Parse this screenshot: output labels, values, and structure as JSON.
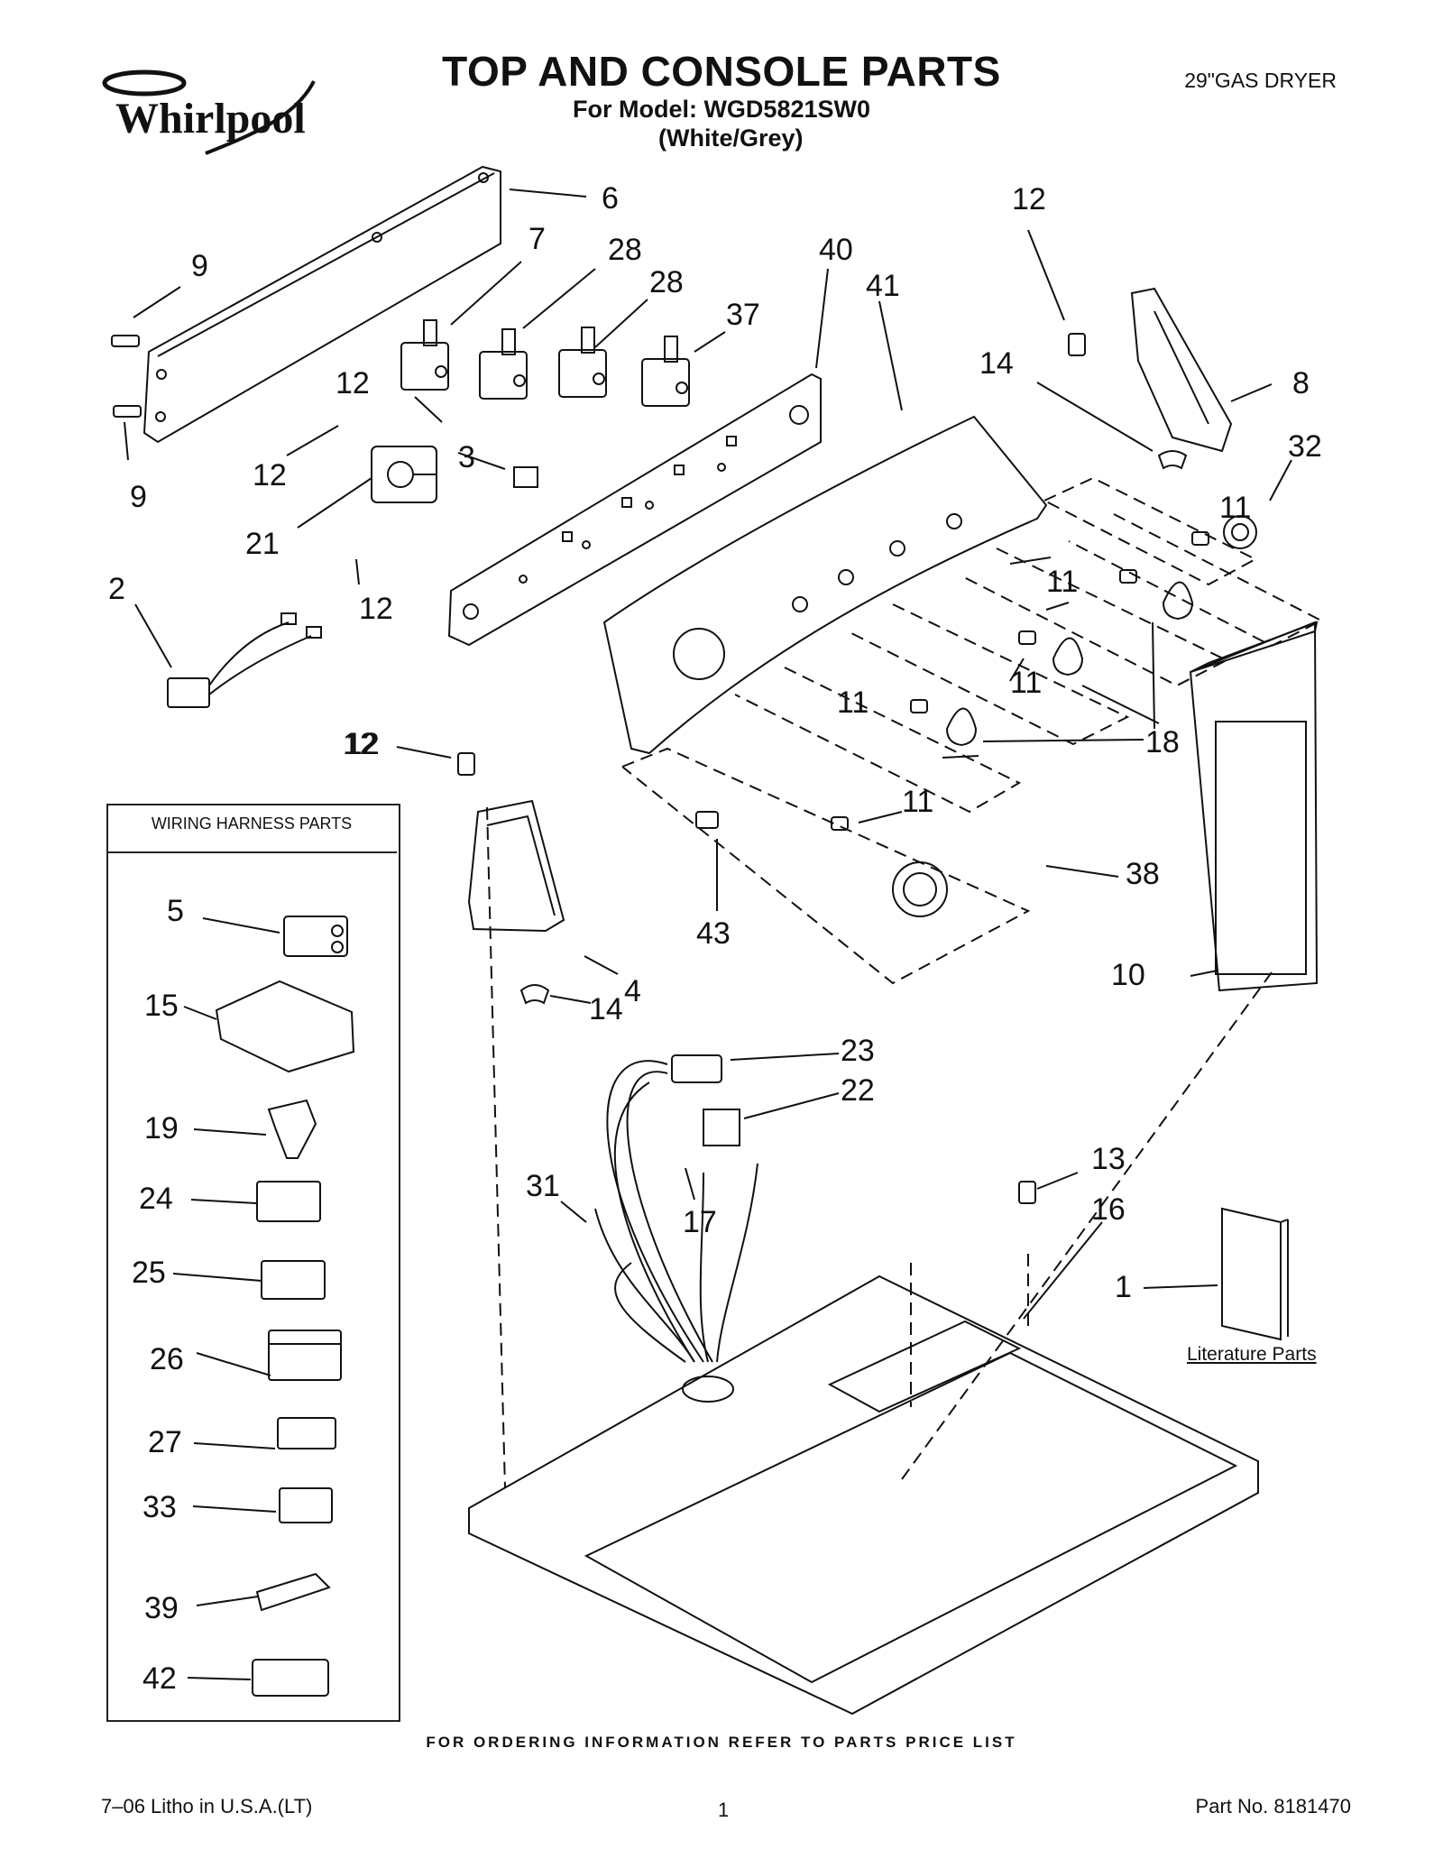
{
  "header": {
    "title": "TOP AND CONSOLE PARTS",
    "model_line": "For Model: WGD5821SW0",
    "color_line": "(White/Grey)",
    "product": "29\"GAS DRYER",
    "brand": "Whirlpool"
  },
  "callouts": [
    "6",
    "9",
    "9",
    "7",
    "28",
    "28",
    "37",
    "40",
    "41",
    "12",
    "12",
    "12",
    "12",
    "3",
    "21",
    "12",
    "2",
    "14",
    "8",
    "32",
    "11",
    "11",
    "11",
    "11",
    "11",
    "18",
    "12",
    "4",
    "43",
    "38",
    "10",
    "14",
    "23",
    "22",
    "13",
    "16",
    "31",
    "17",
    "1"
  ],
  "harness": {
    "title": "WIRING HARNESS PARTS",
    "items": [
      "5",
      "15",
      "19",
      "24",
      "25",
      "26",
      "27",
      "33",
      "39",
      "42"
    ]
  },
  "literature_label": "Literature Parts",
  "footer": {
    "note": "FOR ORDERING INFORMATION REFER TO PARTS PRICE LIST",
    "litho": "7–06 Litho in U.S.A.(LT)",
    "page": "1",
    "part_no": "Part No. 8181470"
  }
}
